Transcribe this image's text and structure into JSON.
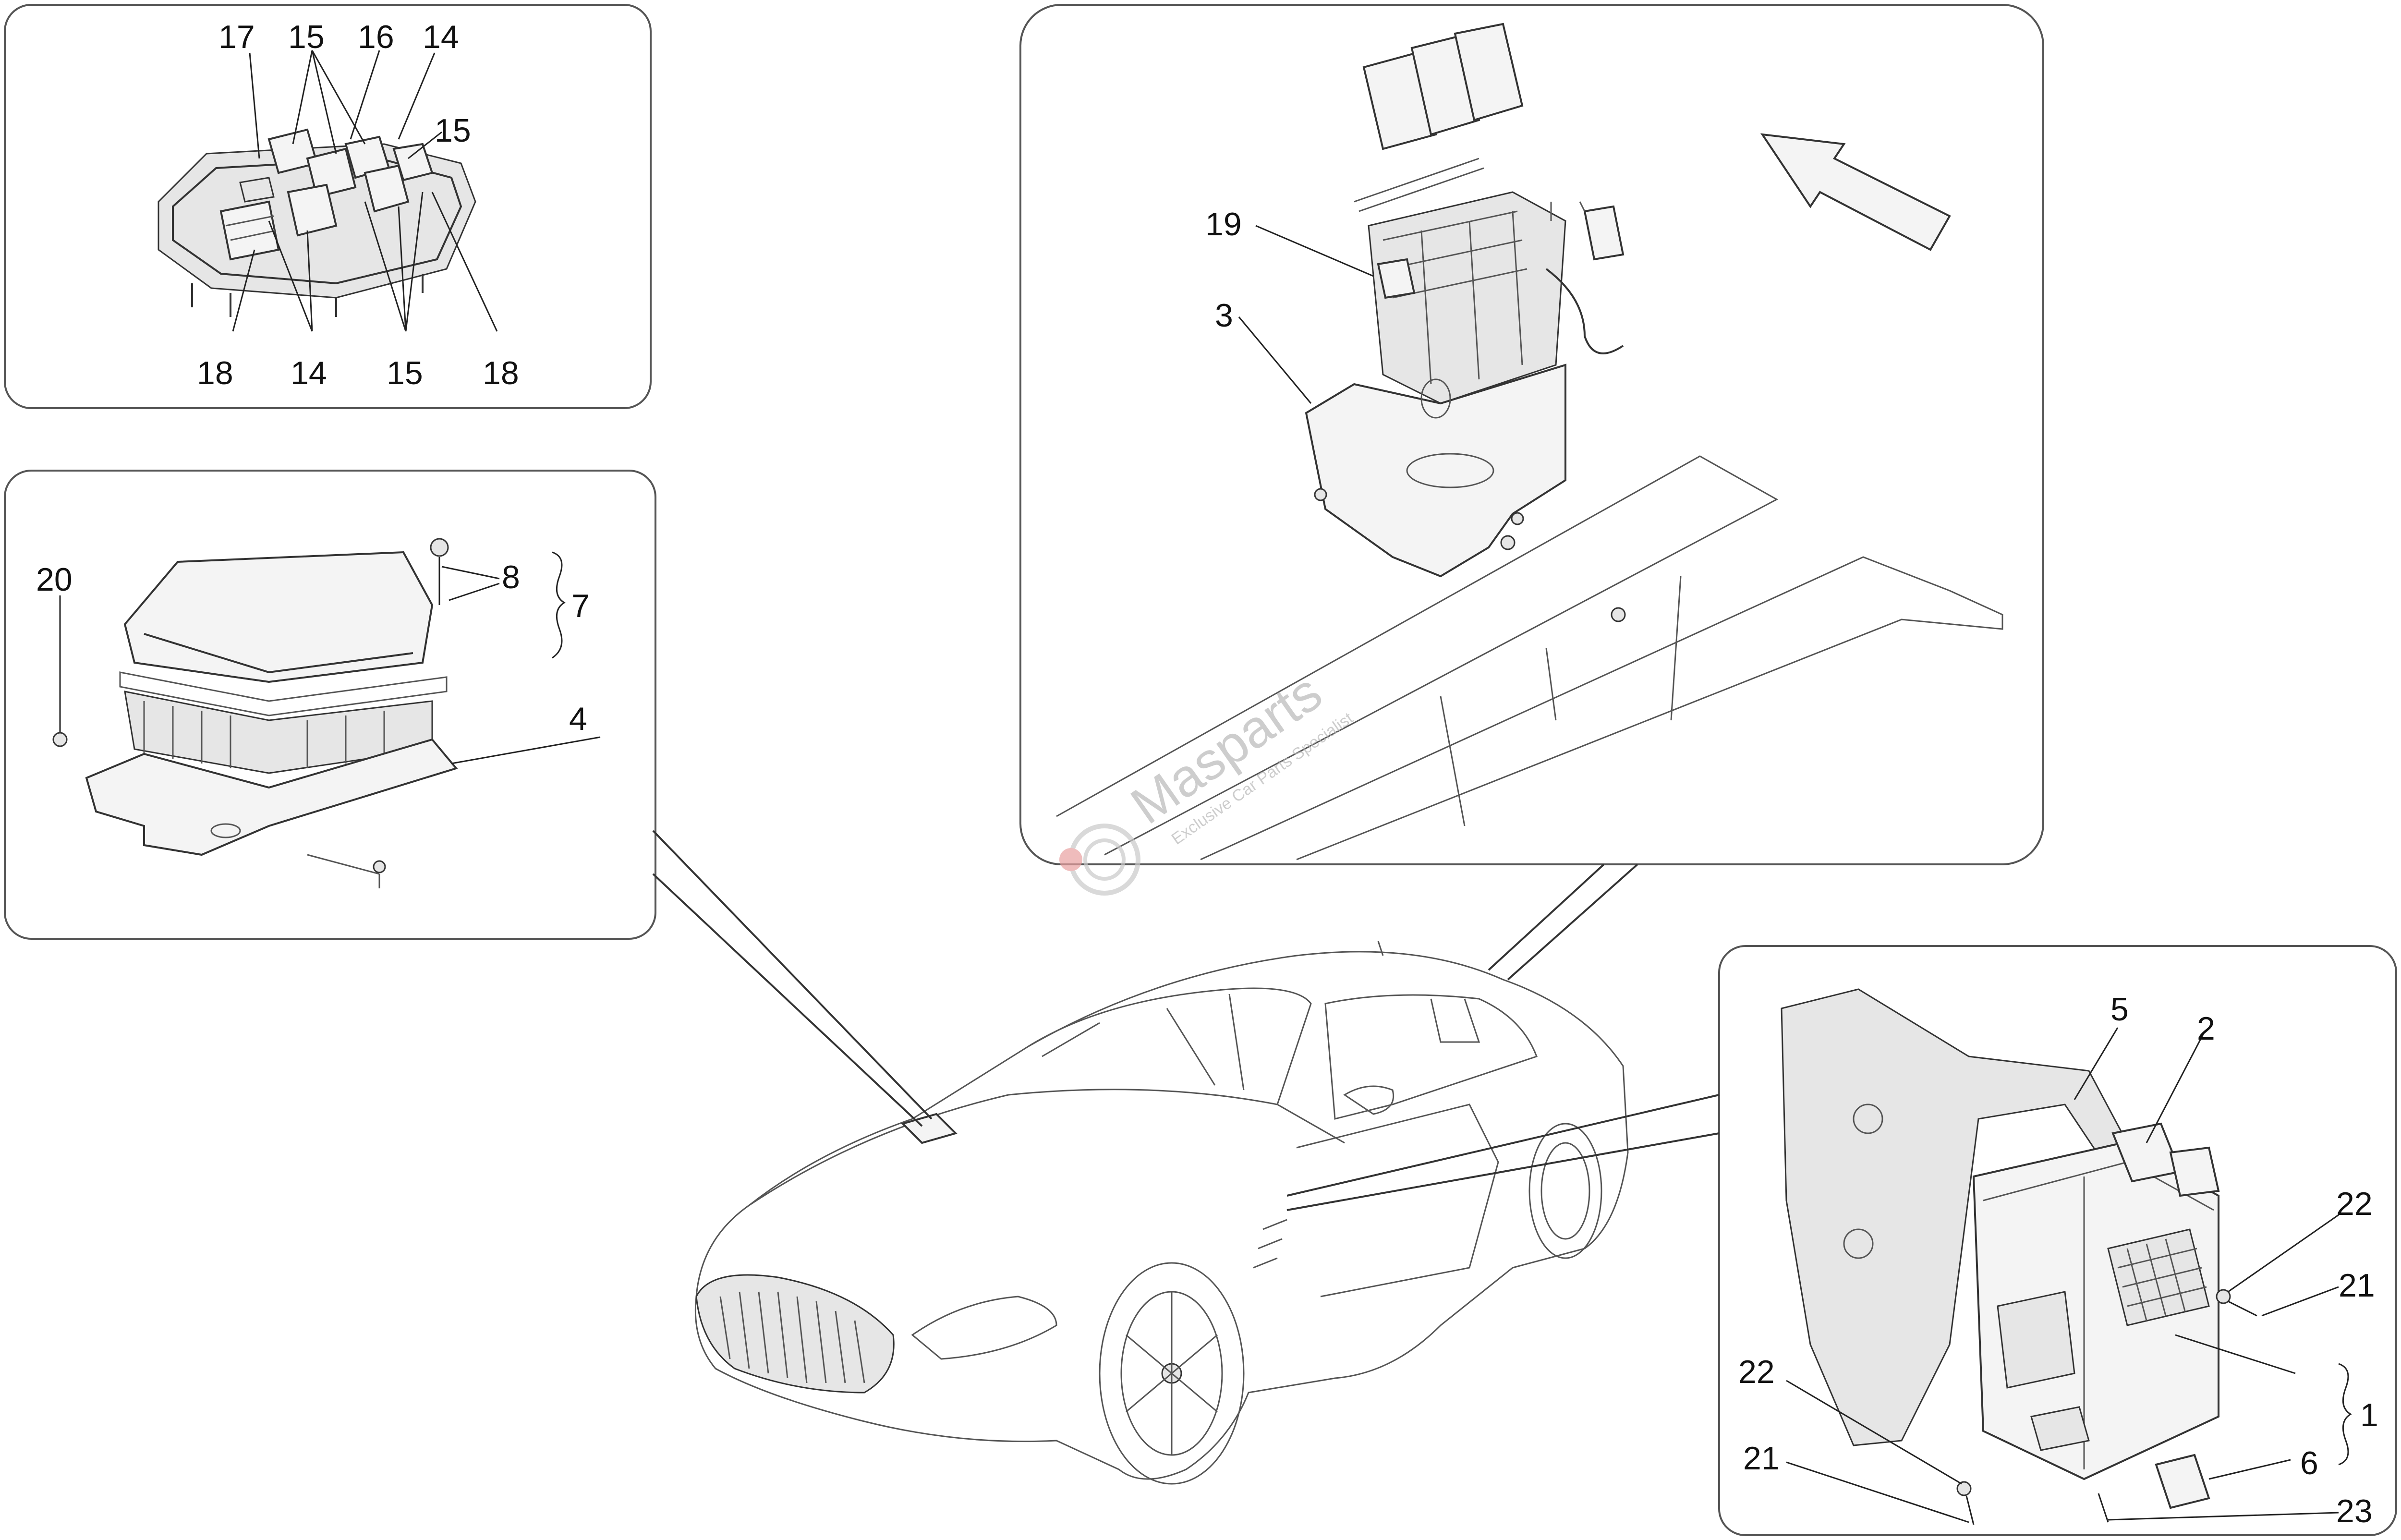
{
  "diagram": {
    "panels": {
      "top_left": {
        "labels": [
          "17",
          "15",
          "16",
          "14",
          "15",
          "18",
          "14",
          "15",
          "18"
        ]
      },
      "mid_left": {
        "labels": [
          "20",
          "8",
          "7",
          "4"
        ]
      },
      "top_center": {
        "labels": [
          "19",
          "3"
        ]
      },
      "bottom_right": {
        "labels": [
          "5",
          "2",
          "22",
          "21",
          "1",
          "6",
          "22",
          "21",
          "23"
        ]
      }
    },
    "watermark": {
      "brand": "Masparts",
      "tagline": "Exclusive Car Parts Specialist"
    }
  }
}
